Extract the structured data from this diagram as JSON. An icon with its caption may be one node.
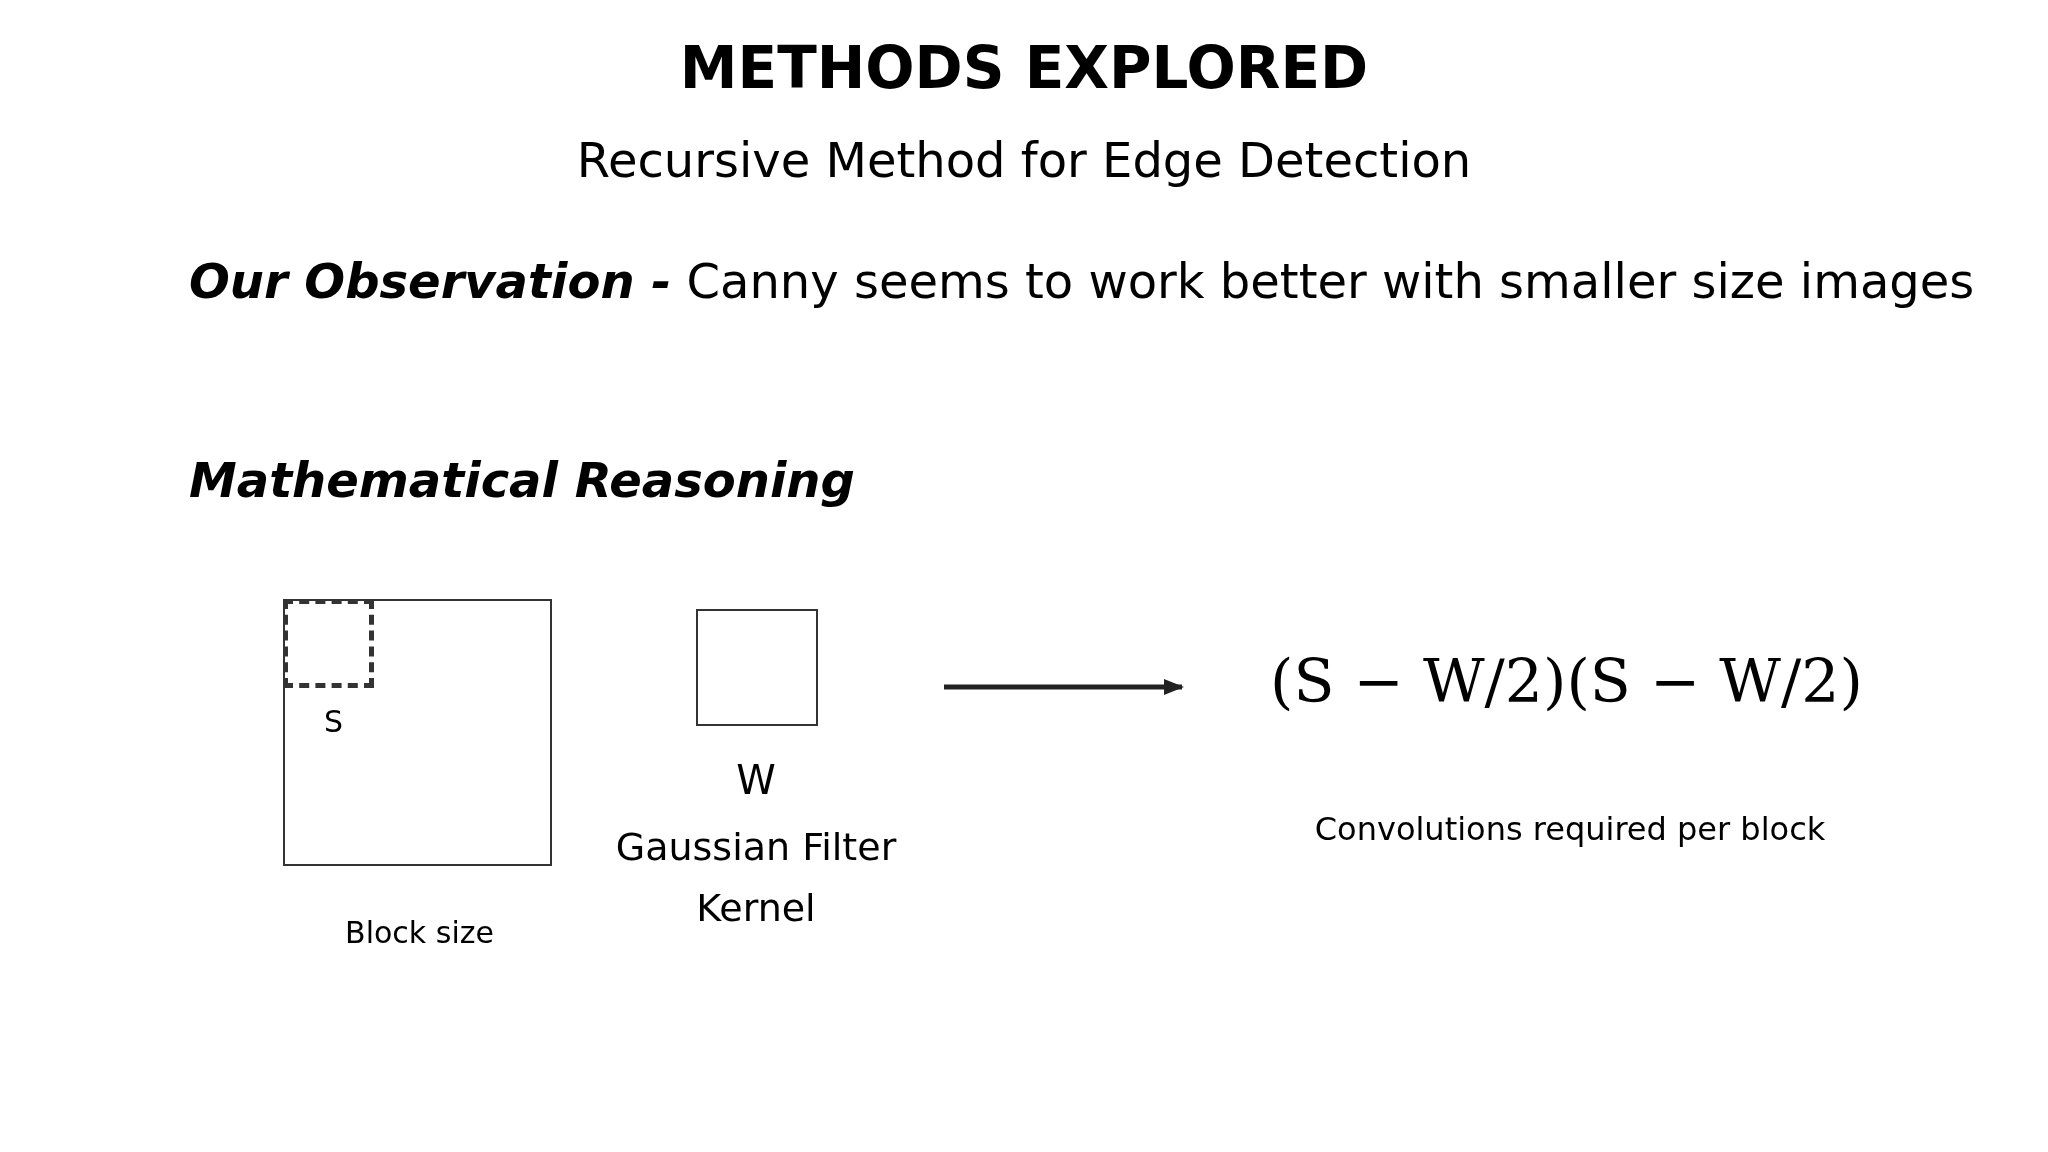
{
  "diagram": {
    "title": "METHODS EXPLORED",
    "nodes": [
      {
        "text": [],
        "shape": "box",
        "beside": [
          "Block size"
        ]
      },
      {
        "text": [],
        "shape": "box",
        "in": 0,
        "beside": [
          "S"
        ]
      },
      {
        "text": [],
        "shape": "box",
        "beside": [
          "W",
          "Gaussian Filter Kernel"
        ]
      },
      {
        "text": [
          "(S − W/2)(S − W/2)"
        ],
        "beside": [
          "Convolutions required per block"
        ]
      }
    ],
    "edges": [
      {
        "from": 2,
        "to": 3,
        "arrow": "to"
      }
    ],
    "labels": [
      "Recursive Method for Edge Detection",
      "**Our Observation -** Canny seems to work better with smaller size images",
      "Mathematical Reasoning"
    ]
  }
}
